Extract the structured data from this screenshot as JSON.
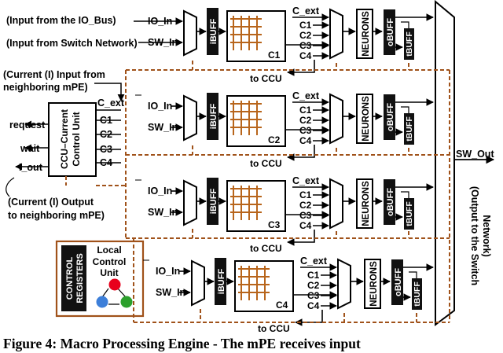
{
  "annotations": {
    "io_bus_input": "(Input from the IO_Bus)",
    "switch_input": "(Input from Switch Network)",
    "current_input_line1": "(Current (I) Input from",
    "current_input_line2": "neighboring mPE)",
    "current_output_line1": "(Current (I) Output",
    "current_output_line2": "to neighboring mPE)",
    "output_label_line1": "(Output to the Switch",
    "output_label_line2": "Network)"
  },
  "ccu": {
    "line1": "CCU–Current",
    "line2": "Control Unit",
    "ports_left": [
      "request",
      "wait",
      "I_out"
    ],
    "ports_right": [
      "C_ext",
      "C1",
      "C2",
      "C3",
      "C4"
    ]
  },
  "lcu": {
    "registers_line1": "CONTROL",
    "registers_line2": "REGISTERS",
    "title_line1": "Local",
    "title_line2": "Control",
    "title_line3": "Unit",
    "colors": {
      "top": "#e8001c",
      "left": "#3d7fd9",
      "right": "#2ca02c"
    }
  },
  "pe": {
    "io_in": "IO_In",
    "sw_in": "SW_In",
    "ibuff": "iBUFF",
    "obuff": "oBUFF",
    "tbuff": "tBUFF",
    "neurons": "NEURONS",
    "c_ext": "C_ext",
    "c_taps": [
      "C1",
      "C2",
      "C3",
      "C4"
    ],
    "crossbars": [
      "C1",
      "C2",
      "C3",
      "C4"
    ],
    "to_ccu": "to CCU"
  },
  "sw_out": "SW_Out",
  "colors": {
    "crossbar_grid": "#b8651b",
    "dashed_bus": "#a0521a",
    "dark_block": "#111111"
  },
  "caption": "Figure 4: Macro Processing Engine - The mPE receives input"
}
